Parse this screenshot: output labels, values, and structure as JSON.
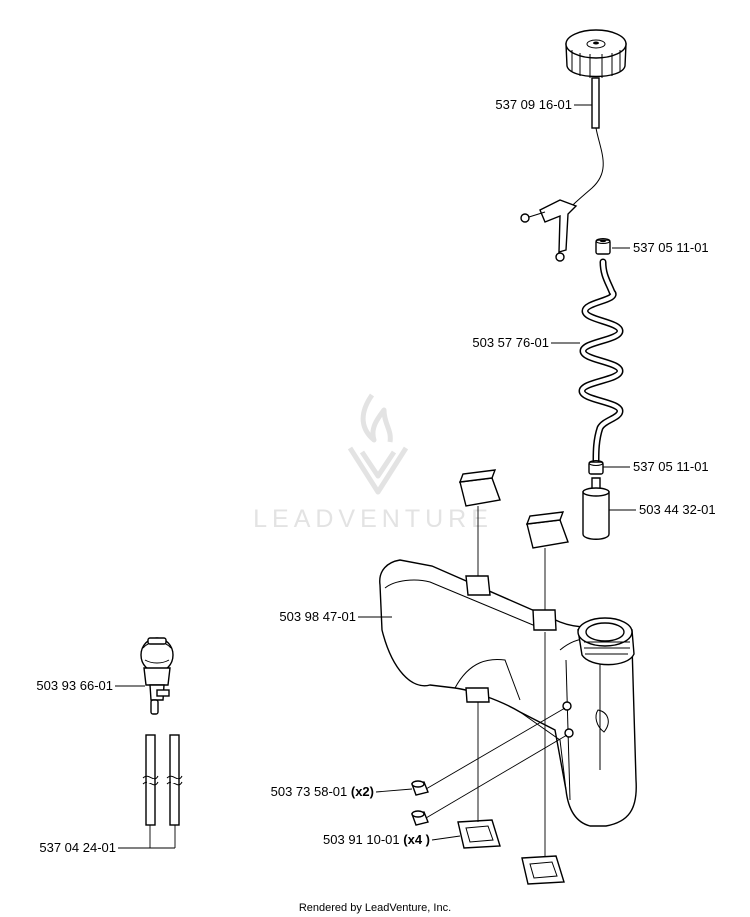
{
  "watermark": {
    "text": "LEADVENTURE"
  },
  "footer": {
    "text": "Rendered by LeadVenture, Inc."
  },
  "parts": [
    {
      "number": "537 09 16-01",
      "qty": ""
    },
    {
      "number": "537 05 11-01",
      "qty": ""
    },
    {
      "number": "503 57 76-01",
      "qty": ""
    },
    {
      "number": "537 05 11-01",
      "qty": ""
    },
    {
      "number": "503 44 32-01",
      "qty": ""
    },
    {
      "number": "503 98 47-01",
      "qty": ""
    },
    {
      "number": "503 93 66-01",
      "qty": ""
    },
    {
      "number": "503 73 58-01",
      "qty": "(x2)"
    },
    {
      "number": "503 91 10-01",
      "qty": "(x4 )"
    },
    {
      "number": "537 04 24-01",
      "qty": ""
    }
  ]
}
